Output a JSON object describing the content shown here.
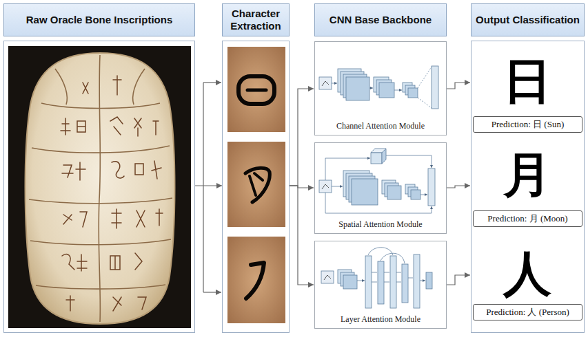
{
  "diagram": {
    "nodes": [
      {
        "text": [
          "Raw Oracle Bone Inscriptions"
        ]
      },
      {
        "text": [
          "Character Extraction"
        ]
      },
      {
        "text": [
          "CNN Base Backbone"
        ]
      },
      {
        "text": [
          "Channel Attention Module"
        ]
      },
      {
        "text": [
          "Spatial Attention Module"
        ]
      },
      {
        "text": [
          "Layer Attention Module"
        ]
      },
      {
        "text": [
          "Output Classification"
        ]
      },
      {
        "text": [
          "Prediction: 日 (Sun)"
        ],
        "in": 6
      },
      {
        "text": [
          "Prediction: 月 (Moon)"
        ],
        "in": 6
      },
      {
        "text": [
          "Prediction: 人 (Person)"
        ],
        "in": 6
      }
    ],
    "edges": [
      {
        "from": 0,
        "to": 1,
        "arrow": "to"
      },
      {
        "from": 1,
        "to": 3,
        "arrow": "to"
      },
      {
        "from": 1,
        "to": 4,
        "arrow": "to"
      },
      {
        "from": 1,
        "to": 5,
        "arrow": "to"
      },
      {
        "from": 3,
        "to": 6,
        "arrow": "to"
      },
      {
        "from": 4,
        "to": 6,
        "arrow": "to"
      },
      {
        "from": 5,
        "to": 6,
        "arrow": "to"
      }
    ],
    "labels": [
      "日",
      "月",
      "人"
    ]
  }
}
